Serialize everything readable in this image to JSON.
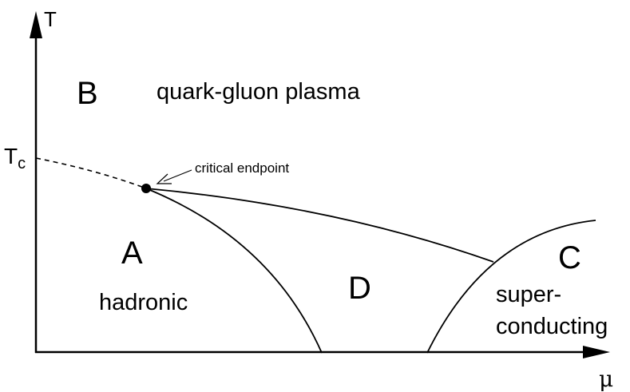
{
  "axes": {
    "y_label": "T",
    "x_label": "μ",
    "tc_main": "T",
    "tc_sub": "c"
  },
  "regions": {
    "B": {
      "letter": "B",
      "name": "quark-gluon plasma"
    },
    "A": {
      "letter": "A",
      "name": "hadronic"
    },
    "D": {
      "letter": "D"
    },
    "C": {
      "letter": "C",
      "name_line1": "super-",
      "name_line2": "conducting"
    }
  },
  "annotations": {
    "critical_endpoint": "critical endpoint"
  },
  "colors": {
    "ink": "#000000",
    "background": "#ffffff"
  }
}
